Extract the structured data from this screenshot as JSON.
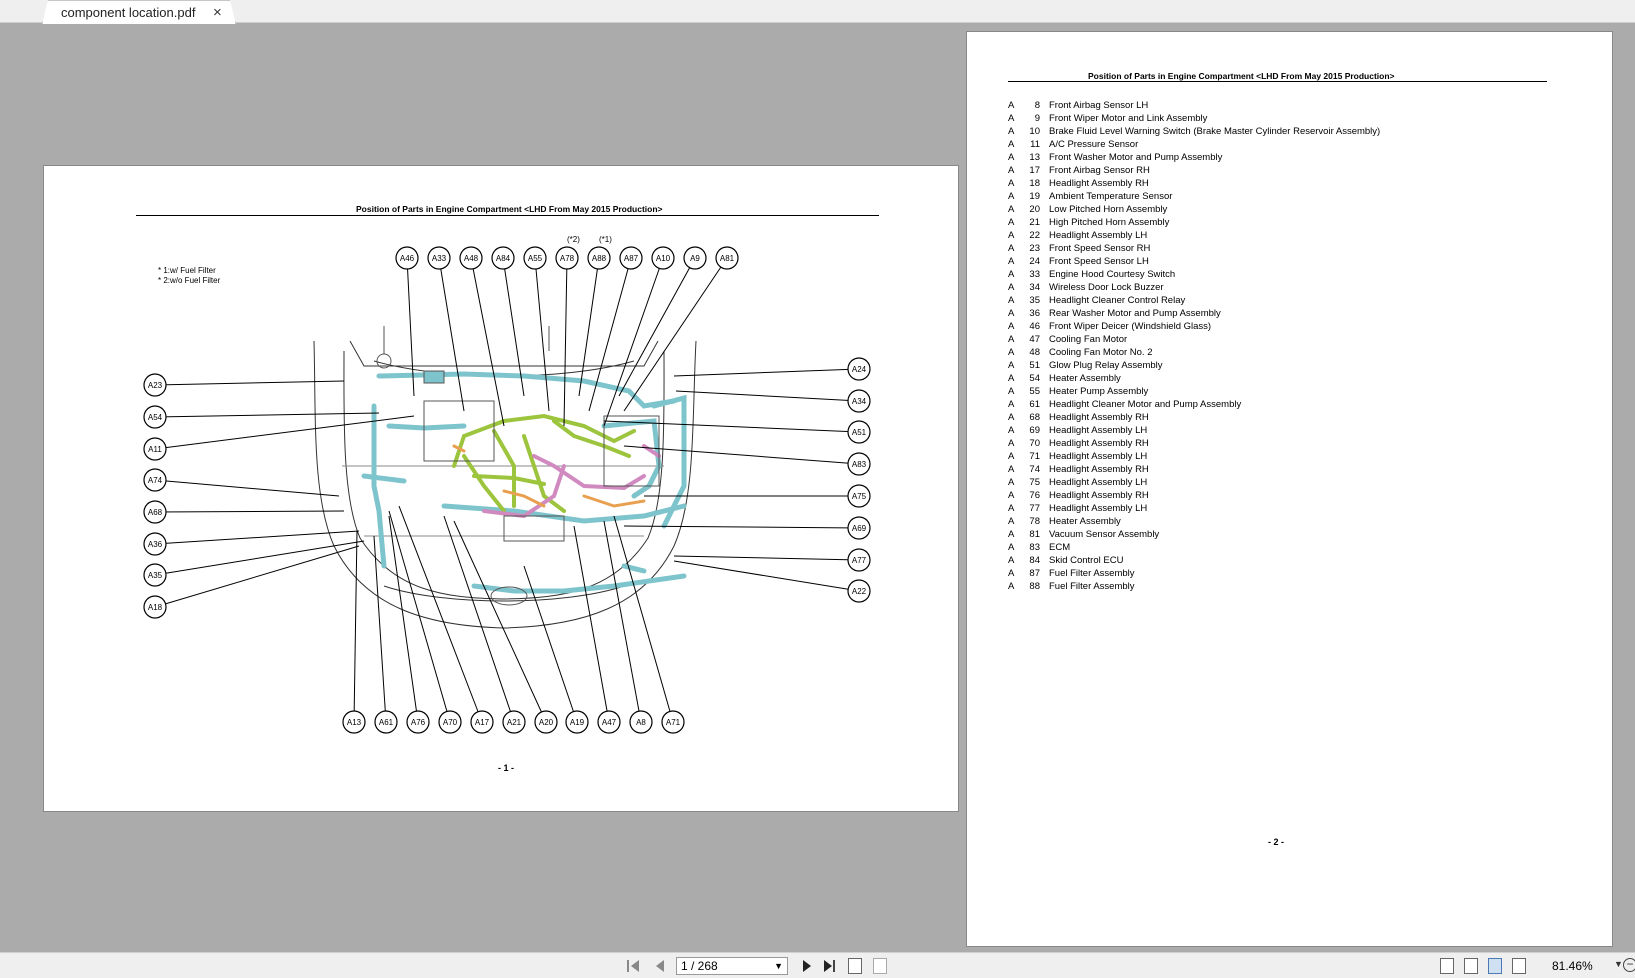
{
  "tab": {
    "title": "component location.pdf",
    "close_glyph": "×"
  },
  "page1": {
    "title": "Position of Parts in Engine Compartment <LHD From May 2015 Production>",
    "footnotes": [
      "* 1:w/ Fuel Filter",
      "* 2:w/o Fuel Filter"
    ],
    "top_notes": [
      "(*2)",
      "(*1)"
    ],
    "page_number": "- 1 -",
    "labels_top": [
      "A46",
      "A33",
      "A48",
      "A84",
      "A55",
      "A78",
      "A88",
      "A87",
      "A10",
      "A9",
      "A81"
    ],
    "labels_left": [
      "A23",
      "A54",
      "A11",
      "A74",
      "A68",
      "A36",
      "A35",
      "A18"
    ],
    "labels_right": [
      "A24",
      "A34",
      "A51",
      "A83",
      "A75",
      "A69",
      "A77",
      "A22"
    ],
    "labels_bottom": [
      "A13",
      "A61",
      "A76",
      "A70",
      "A17",
      "A21",
      "A20",
      "A19",
      "A47",
      "A8",
      "A71"
    ]
  },
  "page2": {
    "title": "Position of Parts in Engine Compartment <LHD From May 2015 Production>",
    "page_number": "- 2 -",
    "components": [
      {
        "letter": "A",
        "num": "8",
        "name": "Front Airbag Sensor LH"
      },
      {
        "letter": "A",
        "num": "9",
        "name": "Front Wiper Motor and Link Assembly"
      },
      {
        "letter": "A",
        "num": "10",
        "name": "Brake Fluid Level Warning Switch (Brake Master Cylinder Reservoir Assembly)"
      },
      {
        "letter": "A",
        "num": "11",
        "name": "A/C Pressure Sensor"
      },
      {
        "letter": "A",
        "num": "13",
        "name": "Front Washer Motor and Pump Assembly"
      },
      {
        "letter": "A",
        "num": "17",
        "name": "Front Airbag Sensor RH"
      },
      {
        "letter": "A",
        "num": "18",
        "name": "Headlight Assembly RH"
      },
      {
        "letter": "A",
        "num": "19",
        "name": "Ambient Temperature Sensor"
      },
      {
        "letter": "A",
        "num": "20",
        "name": "Low Pitched Horn Assembly"
      },
      {
        "letter": "A",
        "num": "21",
        "name": "High Pitched Horn Assembly"
      },
      {
        "letter": "A",
        "num": "22",
        "name": "Headlight Assembly LH"
      },
      {
        "letter": "A",
        "num": "23",
        "name": "Front Speed Sensor RH"
      },
      {
        "letter": "A",
        "num": "24",
        "name": "Front Speed Sensor LH"
      },
      {
        "letter": "A",
        "num": "33",
        "name": "Engine Hood Courtesy Switch"
      },
      {
        "letter": "A",
        "num": "34",
        "name": "Wireless Door Lock Buzzer"
      },
      {
        "letter": "A",
        "num": "35",
        "name": "Headlight Cleaner Control Relay"
      },
      {
        "letter": "A",
        "num": "36",
        "name": "Rear Washer Motor and Pump Assembly"
      },
      {
        "letter": "A",
        "num": "46",
        "name": "Front Wiper Deicer (Windshield Glass)"
      },
      {
        "letter": "A",
        "num": "47",
        "name": "Cooling Fan Motor"
      },
      {
        "letter": "A",
        "num": "48",
        "name": "Cooling Fan Motor No. 2"
      },
      {
        "letter": "A",
        "num": "51",
        "name": "Glow Plug Relay Assembly"
      },
      {
        "letter": "A",
        "num": "54",
        "name": "Heater Assembly"
      },
      {
        "letter": "A",
        "num": "55",
        "name": "Heater Pump Assembly"
      },
      {
        "letter": "A",
        "num": "61",
        "name": "Headlight Cleaner Motor and Pump Assembly"
      },
      {
        "letter": "A",
        "num": "68",
        "name": "Headlight Assembly RH"
      },
      {
        "letter": "A",
        "num": "69",
        "name": "Headlight Assembly LH"
      },
      {
        "letter": "A",
        "num": "70",
        "name": "Headlight Assembly RH"
      },
      {
        "letter": "A",
        "num": "71",
        "name": "Headlight Assembly LH"
      },
      {
        "letter": "A",
        "num": "74",
        "name": "Headlight Assembly RH"
      },
      {
        "letter": "A",
        "num": "75",
        "name": "Headlight Assembly LH"
      },
      {
        "letter": "A",
        "num": "76",
        "name": "Headlight Assembly RH"
      },
      {
        "letter": "A",
        "num": "77",
        "name": "Headlight Assembly LH"
      },
      {
        "letter": "A",
        "num": "78",
        "name": "Heater Assembly"
      },
      {
        "letter": "A",
        "num": "81",
        "name": "Vacuum Sensor Assembly"
      },
      {
        "letter": "A",
        "num": "83",
        "name": "ECM"
      },
      {
        "letter": "A",
        "num": "84",
        "name": "Skid Control ECU"
      },
      {
        "letter": "A",
        "num": "87",
        "name": "Fuel Filter Assembly"
      },
      {
        "letter": "A",
        "num": "88",
        "name": "Fuel Filter Assembly"
      }
    ]
  },
  "toolbar": {
    "page_display": "1 / 268",
    "zoom": "81.46%",
    "icons": [
      "first-page-icon",
      "prev-page-icon",
      "next-page-icon",
      "last-page-icon",
      "rotate-icon",
      "fit-icon",
      "single-page-icon",
      "continuous-icon",
      "two-page-icon",
      "two-page-continuous-icon",
      "zoom-out-icon"
    ]
  },
  "colors": {
    "harness_blue": "#7ec4cc",
    "harness_green": "#9cc43c",
    "harness_pink": "#d08ac0",
    "harness_orange": "#e8a050",
    "viewer_bg": "#ababab"
  }
}
